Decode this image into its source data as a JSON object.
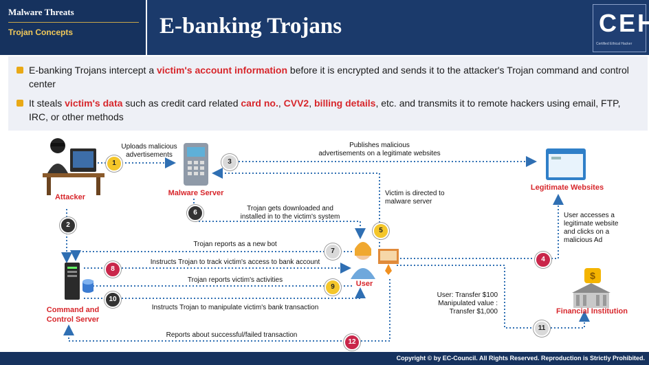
{
  "header": {
    "section_title": "Malware Threats",
    "subsection_title": "Trojan Concepts",
    "page_title": "E-banking Trojans",
    "logo": "CEH",
    "logo_sub": "Certified Ethical Hacker"
  },
  "bullets": [
    {
      "parts": [
        {
          "text": "E-banking Trojans intercept a ",
          "highlight": false
        },
        {
          "text": "victim's account information",
          "highlight": true
        },
        {
          "text": " before it is encrypted and sends it to the attacker's Trojan command and control center",
          "highlight": false
        }
      ]
    },
    {
      "parts": [
        {
          "text": "It steals ",
          "highlight": false
        },
        {
          "text": "victim's data",
          "highlight": true
        },
        {
          "text": " such as credit card related ",
          "highlight": false
        },
        {
          "text": "card no.",
          "highlight": true
        },
        {
          "text": ", ",
          "highlight": false
        },
        {
          "text": "CVV2",
          "highlight": true
        },
        {
          "text": ", ",
          "highlight": false
        },
        {
          "text": "billing details",
          "highlight": true
        },
        {
          "text": ", etc. and transmits it to remote hackers using email, FTP, IRC, or other methods",
          "highlight": false
        }
      ]
    }
  ],
  "diagram": {
    "nodes": {
      "attacker": "Attacker",
      "malware_server": "Malware Server",
      "legitimate_websites": "Legitimate Websites",
      "command_control_1": "Command and",
      "command_control_2": "Control Server",
      "user": "User",
      "financial_institution": "Financial Institution"
    },
    "labels": {
      "step1a": "Uploads malicious",
      "step1b": "advertisements",
      "step3a": "Publishes malicious",
      "step3b": "advertisements on a legitimate websites",
      "step5a": "Victim is directed to",
      "step5b": "malware server",
      "step6a": "Trojan gets downloaded and",
      "step6b": "installed in to the victim's system",
      "step7": "Trojan reports as a new bot",
      "step8": "Instructs Trojan to track victim's access to bank account",
      "step9": "Trojan reports victim's activities",
      "step10": "Instructs Trojan to manipulate victim's bank transaction",
      "step12": "Reports about successful/failed transaction",
      "step4a": "User accesses a",
      "step4b": "legitimate website",
      "step4c": "and clicks on a",
      "step4d": "malicious Ad",
      "transfer1": "User: Transfer $100",
      "transfer2": "Manipulated value :",
      "transfer3": "Transfer $1,000"
    },
    "badges": [
      "1",
      "2",
      "3",
      "4",
      "5",
      "6",
      "7",
      "8",
      "9",
      "10",
      "11",
      "12"
    ],
    "colors": {
      "arrow": "#2f6fb3",
      "highlight": "#d7262b",
      "header_bg": "#1b3a6b",
      "badge_yellow": "#f4c62a",
      "badge_red": "#c9264a"
    }
  },
  "footer": {
    "copyright": "Copyright © by EC-Council. All Rights Reserved. Reproduction is Strictly Prohibited."
  }
}
